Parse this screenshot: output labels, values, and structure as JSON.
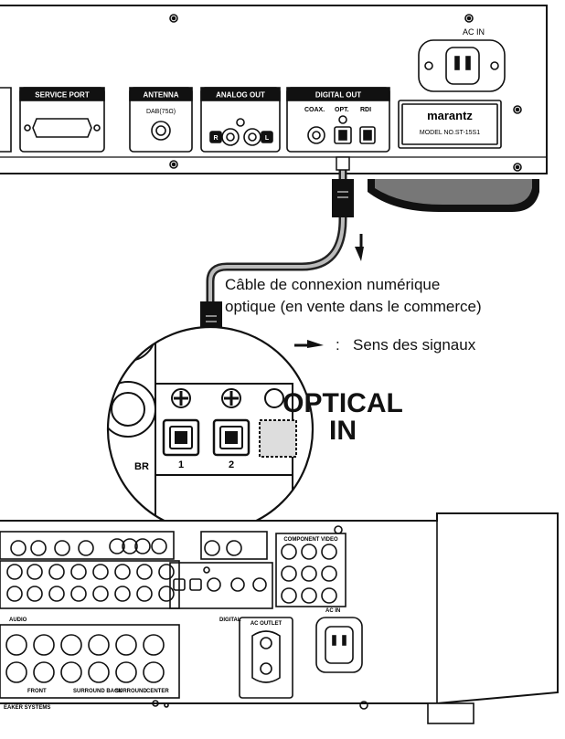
{
  "top_unit": {
    "brand": "marantz",
    "model": "MODEL NO.ST-15S1",
    "ac_in": "AC IN",
    "service_port": "SERVICE PORT",
    "antenna": "ANTENNA",
    "antenna_dab": "DAB(75Ω)",
    "analog_out": "ANALOG OUT",
    "analog_r": "R",
    "analog_l": "L",
    "digital_out": "DIGITAL OUT",
    "coax": "COAX.",
    "opt": "OPT.",
    "rdi": "RDI"
  },
  "cable_caption": {
    "line1": "Câble de connexion numérique",
    "line2": "optique (en vente dans le commerce)"
  },
  "signal_legend": {
    "colon": ":",
    "text": "Sens des signaux"
  },
  "optical_in": {
    "line1": "OPTICAL",
    "line2": "IN",
    "port1": "1",
    "port2": "2",
    "partial": "BR"
  },
  "receiver": {
    "audio": "AUDIO",
    "digital": "DIGITAL",
    "component_video": "COMPONENT VIDEO",
    "ac_outlet": "AC OUTLET",
    "ac_in": "AC IN",
    "speaker_systems": "EAKER SYSTEMS",
    "front": "FRONT",
    "surround_back": "SURROUND BACK",
    "surround": "SURROUND",
    "center": "CENTER"
  }
}
